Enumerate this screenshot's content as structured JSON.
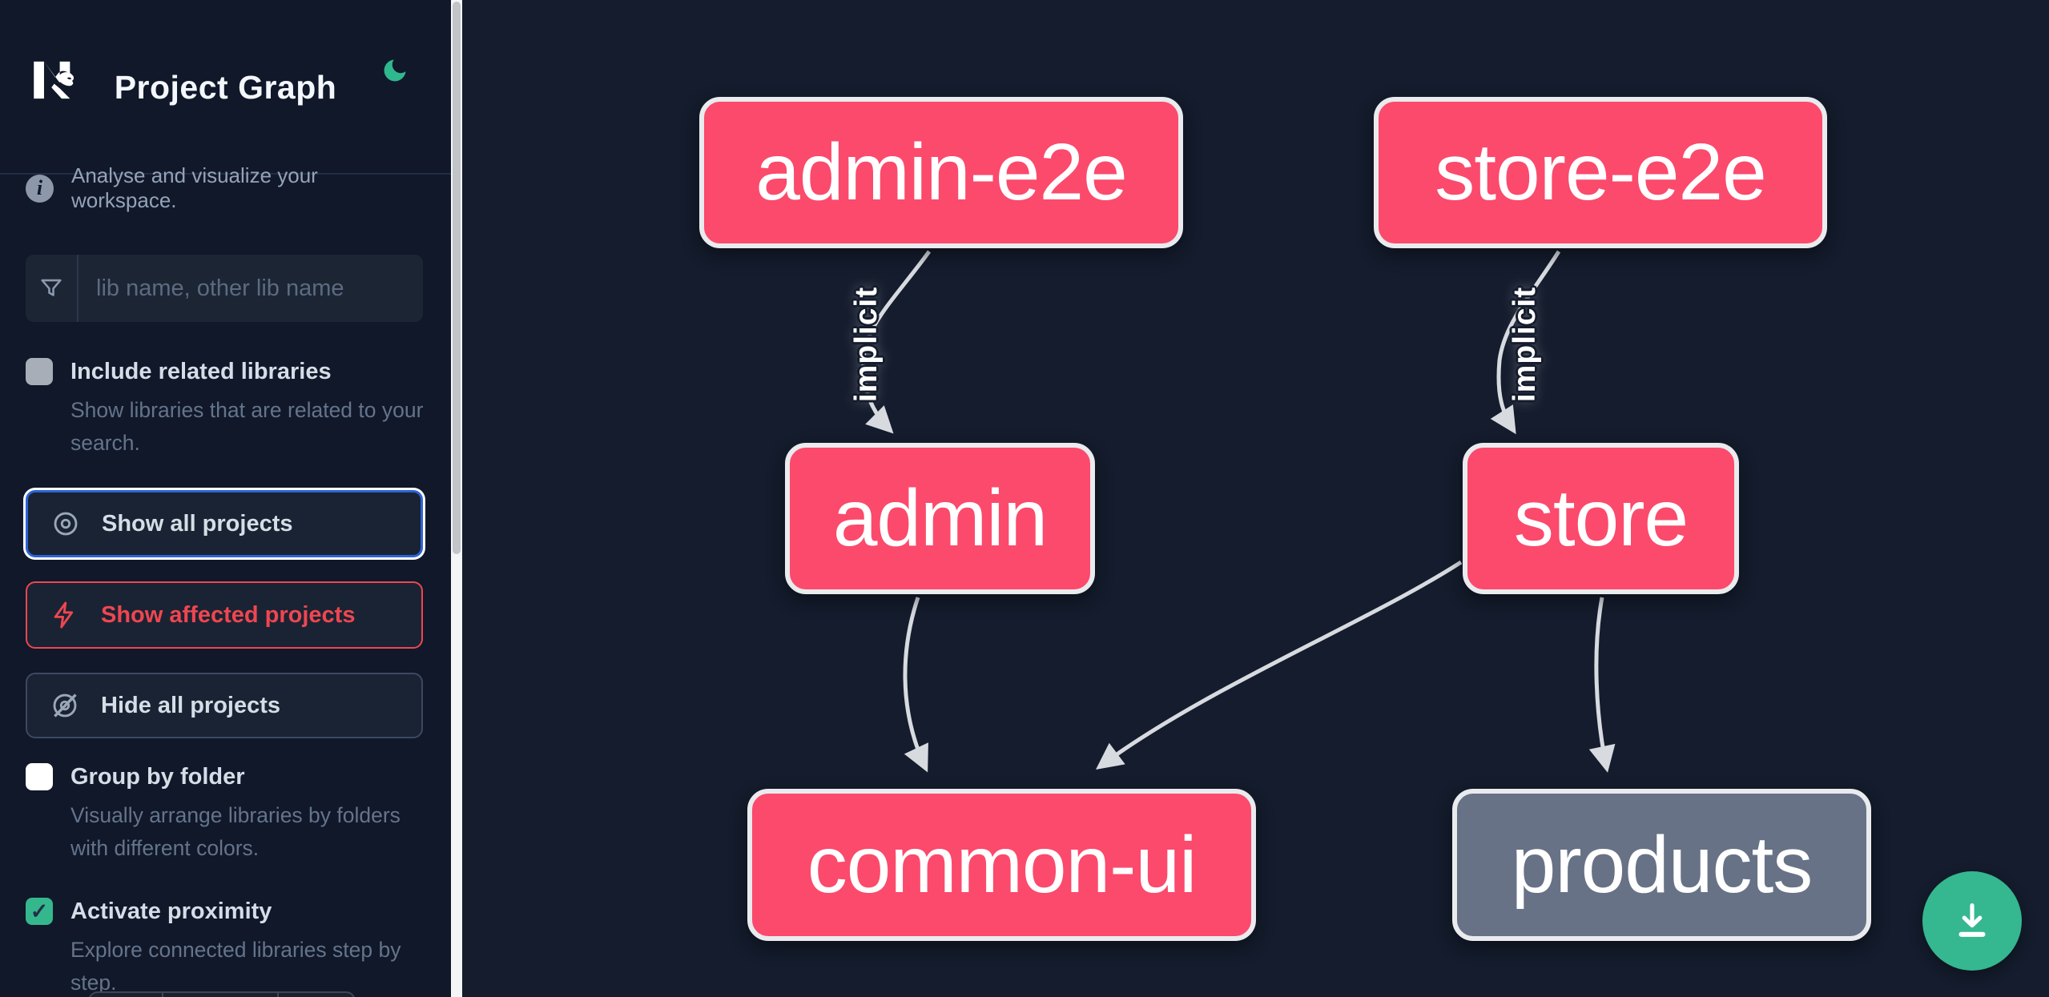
{
  "header": {
    "title": "Project Graph",
    "logo": "nx-logo",
    "theme_toggle": "moon-icon"
  },
  "sidebar": {
    "tagline": "Analyse and visualize your workspace.",
    "search": {
      "icon": "filter-funnel-icon",
      "placeholder": "lib name, other lib name",
      "value": ""
    },
    "checkboxes": [
      {
        "label": "Include related libraries",
        "description": "Show libraries that are related to your search.",
        "checked": false
      },
      {
        "label": "Group by folder",
        "description": "Visually arrange libraries by folders with different colors.",
        "checked": false
      },
      {
        "label": "Activate proximity",
        "description": "Explore connected libraries step by step.",
        "checked": true,
        "check_glyph": "✓"
      }
    ],
    "buttons": [
      {
        "label": "Show all projects",
        "icon": "eye-icon",
        "state": "focused"
      },
      {
        "label": "Show affected projects",
        "icon": "bolt-icon",
        "state": "affected"
      },
      {
        "label": "Hide all projects",
        "icon": "eye-off-icon",
        "state": "default"
      }
    ]
  },
  "graph": {
    "nodes": [
      {
        "id": "admin-e2e",
        "label": "admin-e2e",
        "color": "pink"
      },
      {
        "id": "store-e2e",
        "label": "store-e2e",
        "color": "pink"
      },
      {
        "id": "admin",
        "label": "admin",
        "color": "pink"
      },
      {
        "id": "store",
        "label": "store",
        "color": "pink"
      },
      {
        "id": "common-ui",
        "label": "common-ui",
        "color": "pink"
      },
      {
        "id": "products",
        "label": "products",
        "color": "gray"
      }
    ],
    "edges": [
      {
        "from": "admin-e2e",
        "to": "admin",
        "label": "implicit"
      },
      {
        "from": "store-e2e",
        "to": "store",
        "label": "implicit"
      },
      {
        "from": "admin",
        "to": "common-ui",
        "label": ""
      },
      {
        "from": "store",
        "to": "common-ui",
        "label": ""
      },
      {
        "from": "store",
        "to": "products",
        "label": ""
      }
    ],
    "download_button": "download-icon"
  },
  "colors": {
    "node_pink": "#fb4a6c",
    "node_gray": "#687286",
    "node_border": "#e9ebee",
    "edge": "#d7dbe0",
    "accent_green": "#35b78f",
    "focus_blue": "#2c63d6",
    "affected_red": "#ef4650",
    "canvas_bg": "#141c2d",
    "sidebar_bg": "#10182a"
  }
}
